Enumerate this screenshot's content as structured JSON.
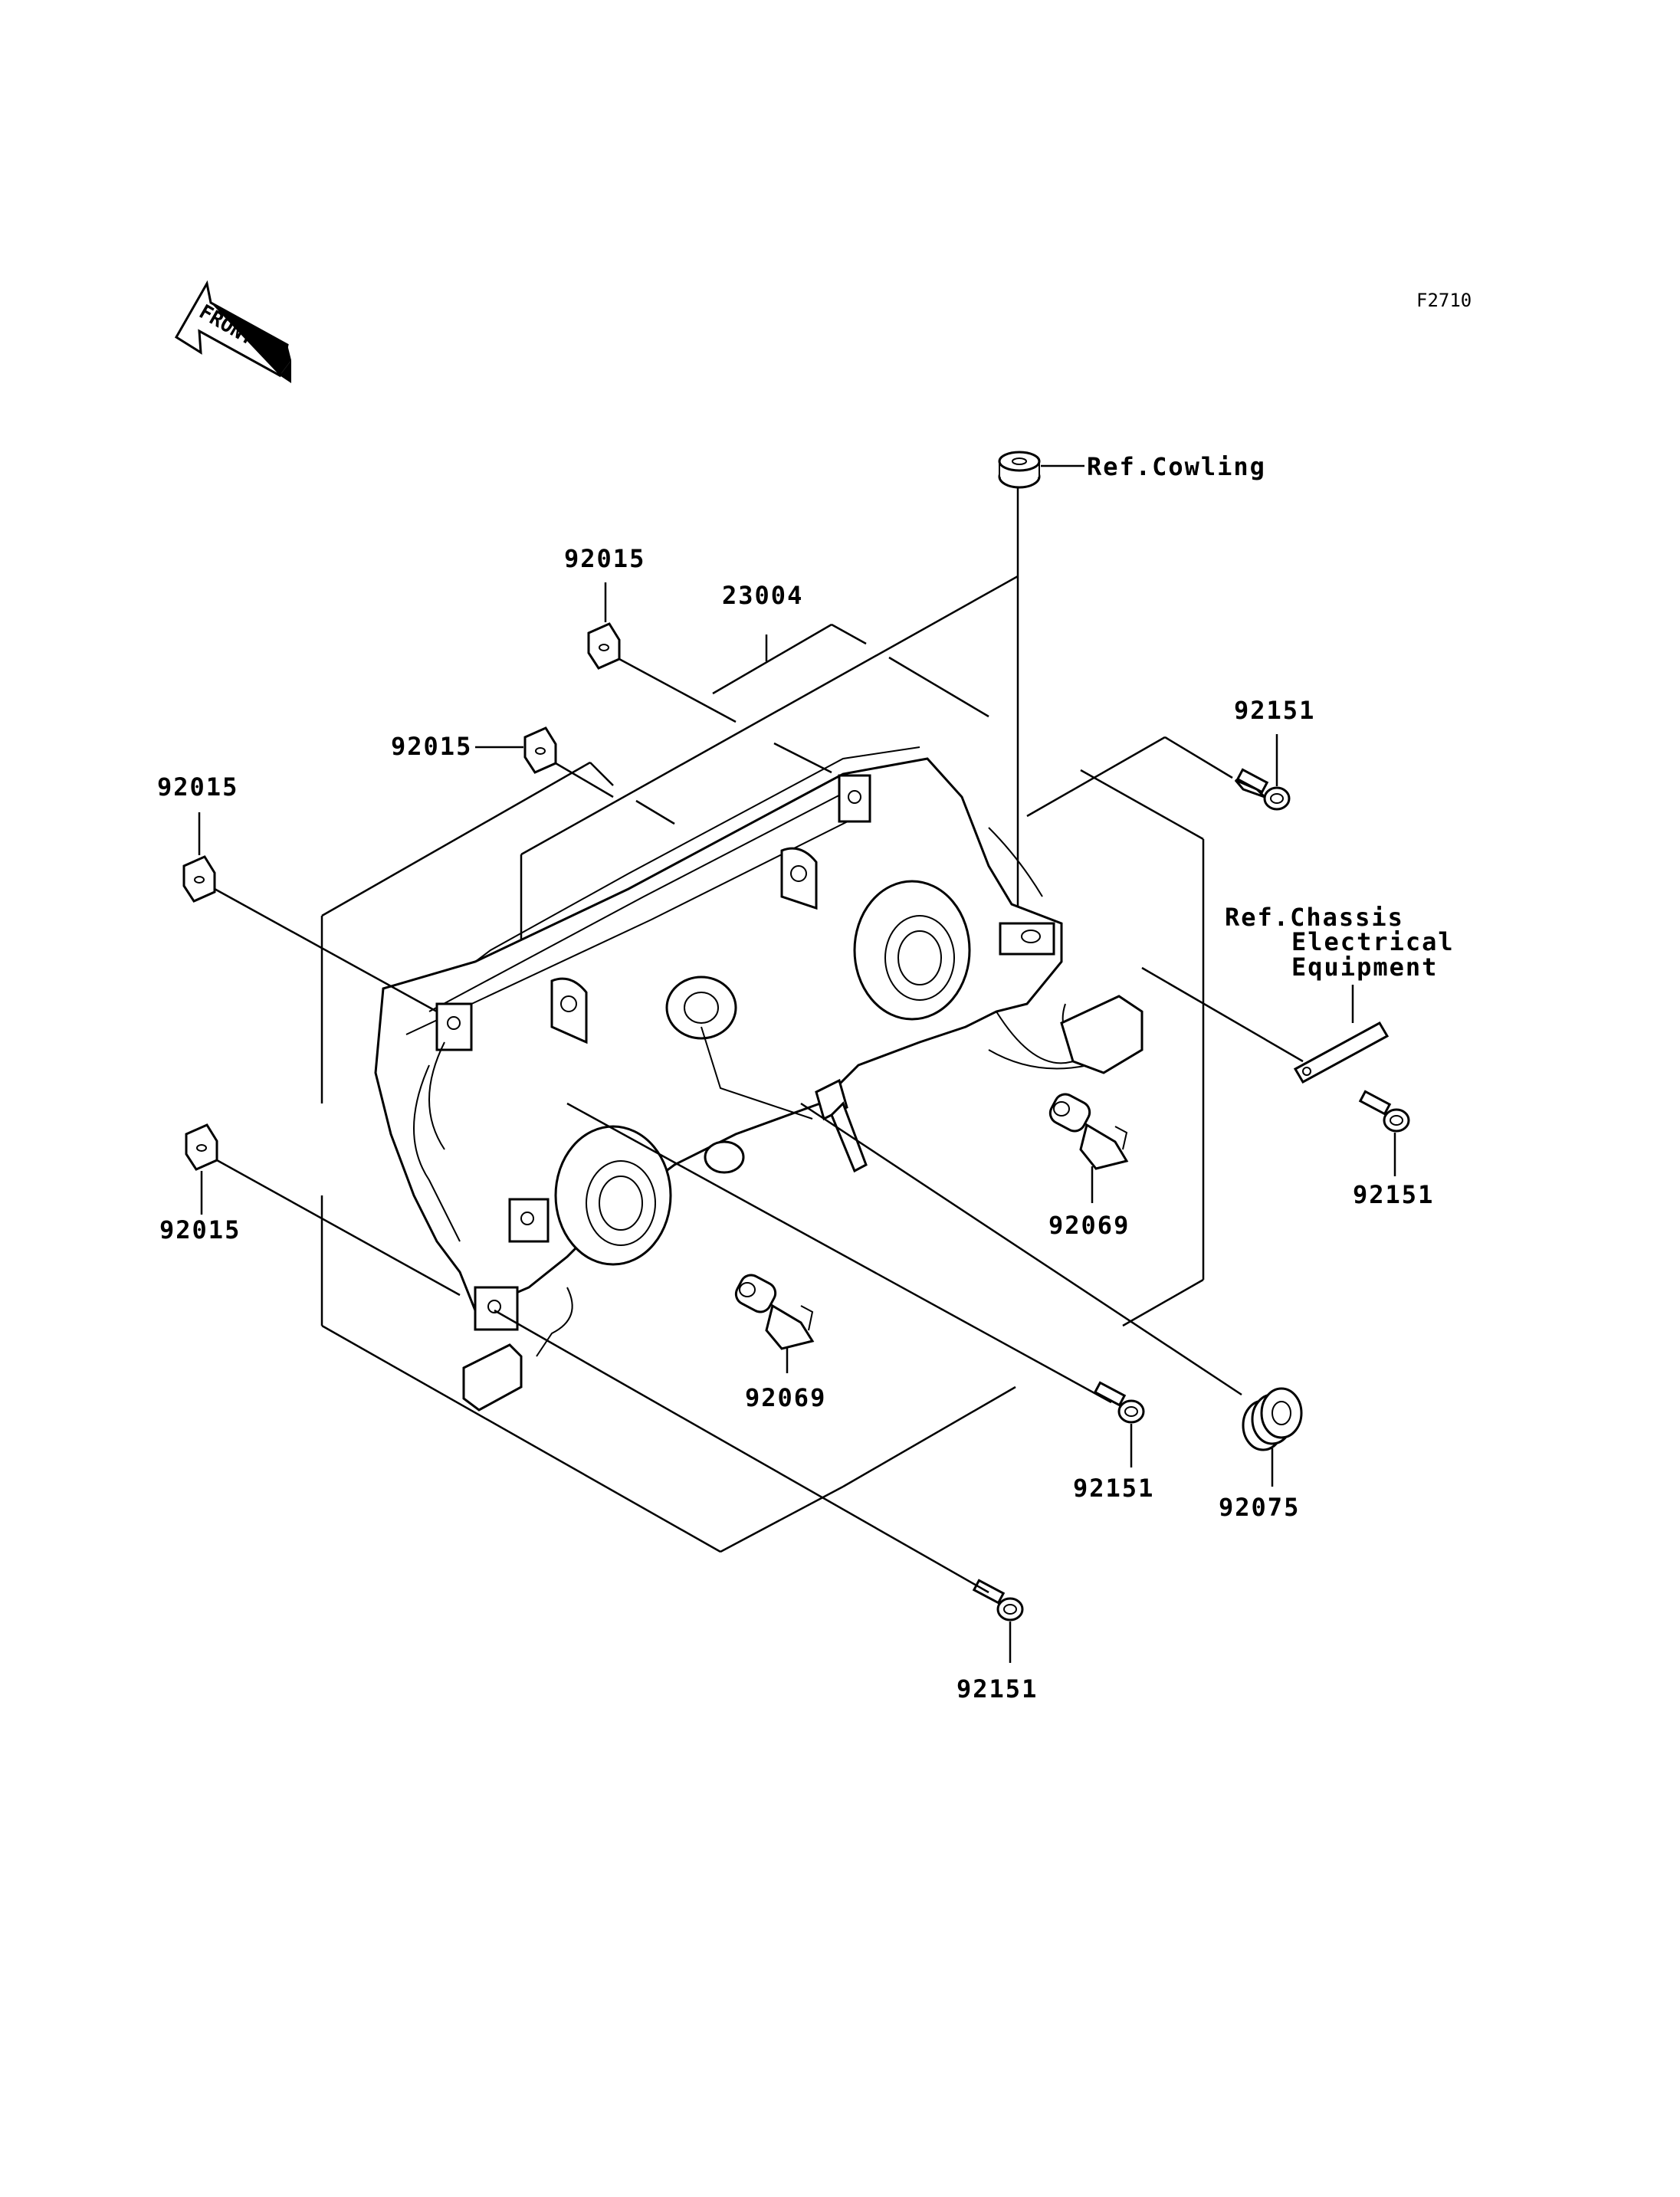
{
  "figure_code": "F2710",
  "front_label": "FRONT",
  "refs": {
    "cowling": "Ref.Cowling",
    "chassis_line1": "Ref.Chassis",
    "chassis_line2": "Electrical",
    "chassis_line3": "Equipment"
  },
  "parts": {
    "assembly": "23004",
    "clip_top": "92015",
    "clip_mid": "92015",
    "clip_left": "92015",
    "clip_lower": "92015",
    "bolt_upper_right": "92151",
    "bolt_right": "92151",
    "bolt_center": "92151",
    "bolt_bottom": "92151",
    "bulb_right": "92069",
    "bulb_center": "92069",
    "grommet": "92075"
  }
}
